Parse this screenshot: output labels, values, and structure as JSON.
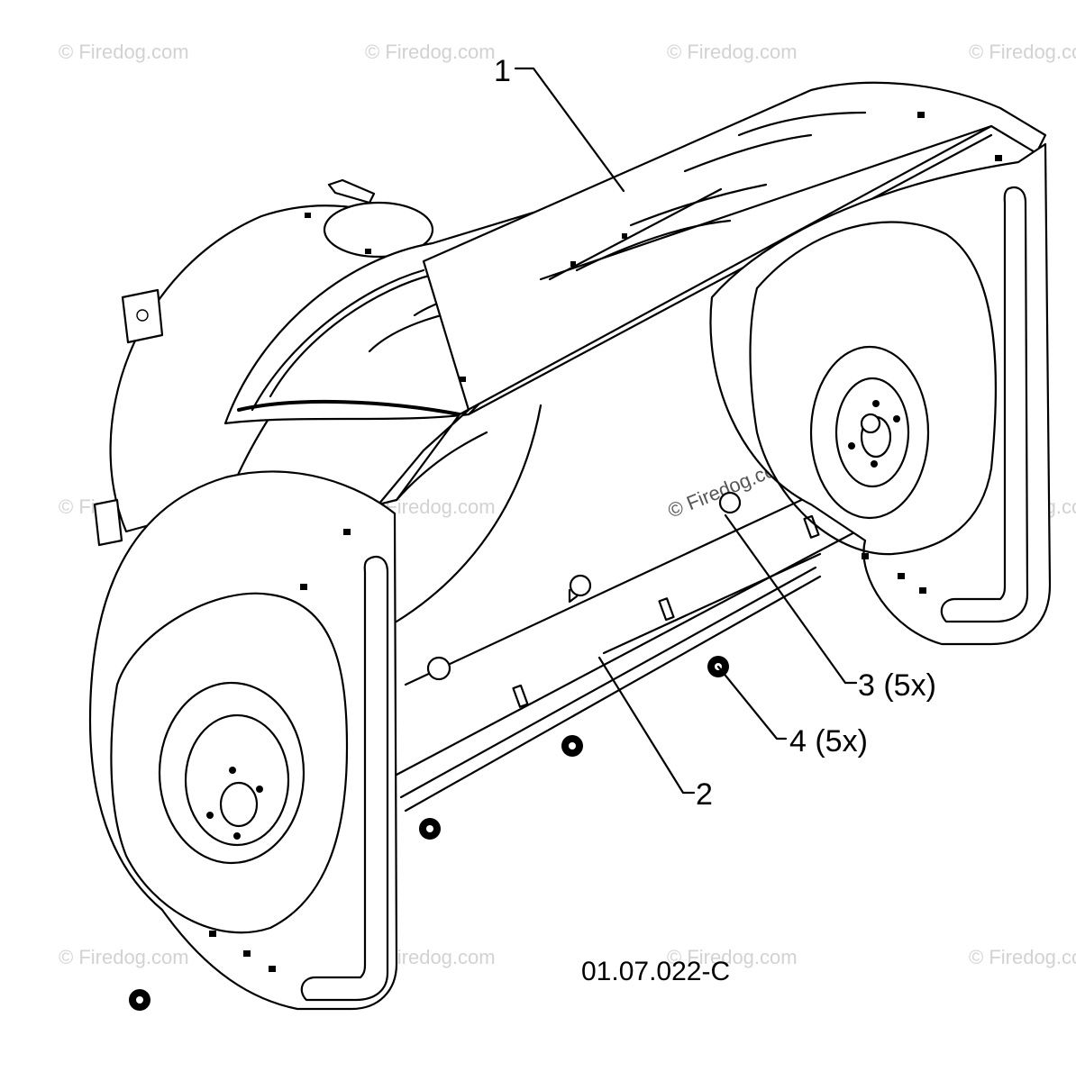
{
  "diagram": {
    "callouts": [
      {
        "id": "c1",
        "text": "1"
      },
      {
        "id": "c2",
        "text": "2"
      },
      {
        "id": "c3",
        "text": "3 (5x)"
      },
      {
        "id": "c4",
        "text": "4 (5x)"
      }
    ],
    "reference_code": "01.07.022-C"
  },
  "watermark": {
    "text": "© Firedog.com",
    "color": "#d2d2d2"
  },
  "colors": {
    "line": "#000000",
    "background": "#ffffff"
  }
}
